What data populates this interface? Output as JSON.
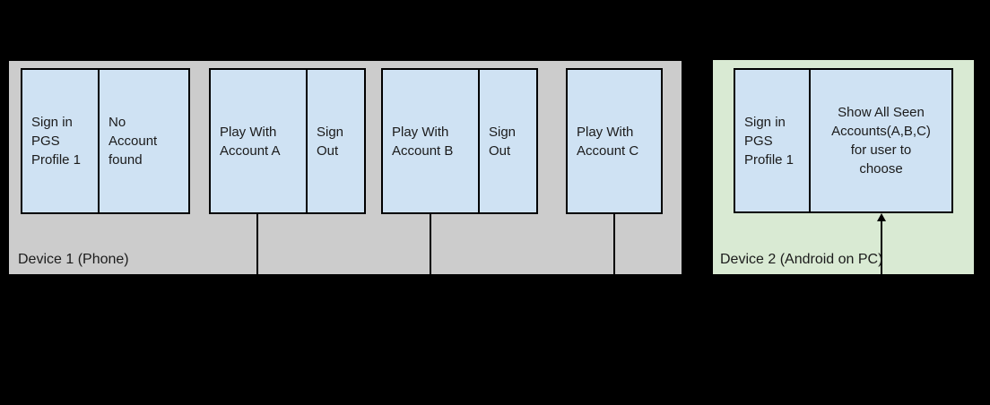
{
  "colors": {
    "background": "#000000",
    "device1_bg": "#cccccc",
    "device2_bg": "#d9ead3",
    "box_bg": "#cfe2f3",
    "box_border": "#000000",
    "text": "#1b1b1b"
  },
  "device1": {
    "label": "Device 1 (Phone)",
    "boxes": [
      {
        "name": "sign-in-pgs-profile-1",
        "text": "Sign in\nPGS\nProfile 1"
      },
      {
        "name": "no-account-found",
        "text": "No\nAccount\nfound"
      },
      {
        "name": "play-with-account-a",
        "text": "Play With\nAccount A"
      },
      {
        "name": "sign-out-a",
        "text": "Sign\nOut"
      },
      {
        "name": "play-with-account-b",
        "text": "Play With\nAccount B"
      },
      {
        "name": "sign-out-b",
        "text": "Sign\nOut"
      },
      {
        "name": "play-with-account-c",
        "text": "Play With\nAccount C"
      }
    ]
  },
  "device2": {
    "label": "Device 2 (Android on PC)",
    "boxes": [
      {
        "name": "sign-in-pgs-profile-1",
        "text": "Sign in\nPGS\nProfile 1"
      },
      {
        "name": "show-all-seen-accounts",
        "text": "Show All Seen\nAccounts(A,B,C)\nfor user to\nchoose"
      }
    ]
  }
}
